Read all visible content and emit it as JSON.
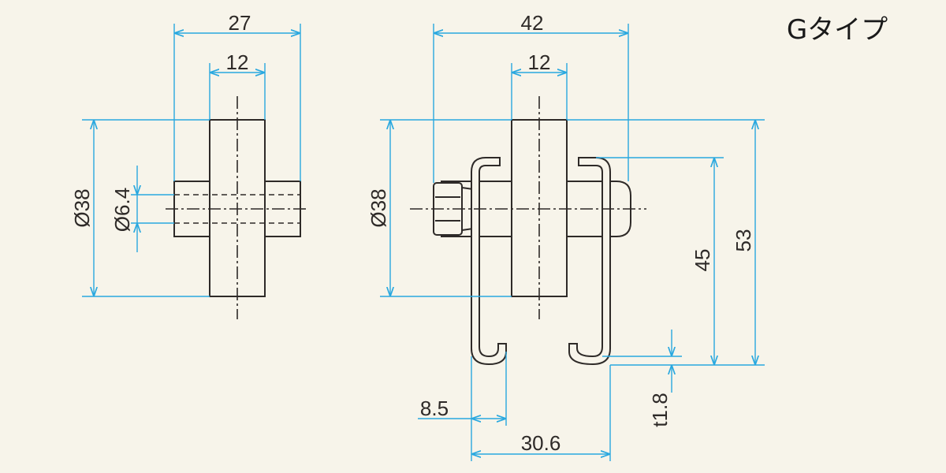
{
  "title": "Gタイプ",
  "colors": {
    "background": "#f7f4ea",
    "dimension_line": "#29a8df",
    "part_outline": "#2e2a28"
  },
  "left_view": {
    "width_overall": "27",
    "width_block": "12",
    "diameter_outer": "Ø38",
    "diameter_bolt": "Ø6.4"
  },
  "right_view": {
    "width_overall": "42",
    "width_block": "12",
    "diameter_outer": "Ø38",
    "height_inner": "45",
    "height_overall": "53",
    "lip_width": "8.5",
    "opening_width": "30.6",
    "thickness": "t1.8"
  }
}
